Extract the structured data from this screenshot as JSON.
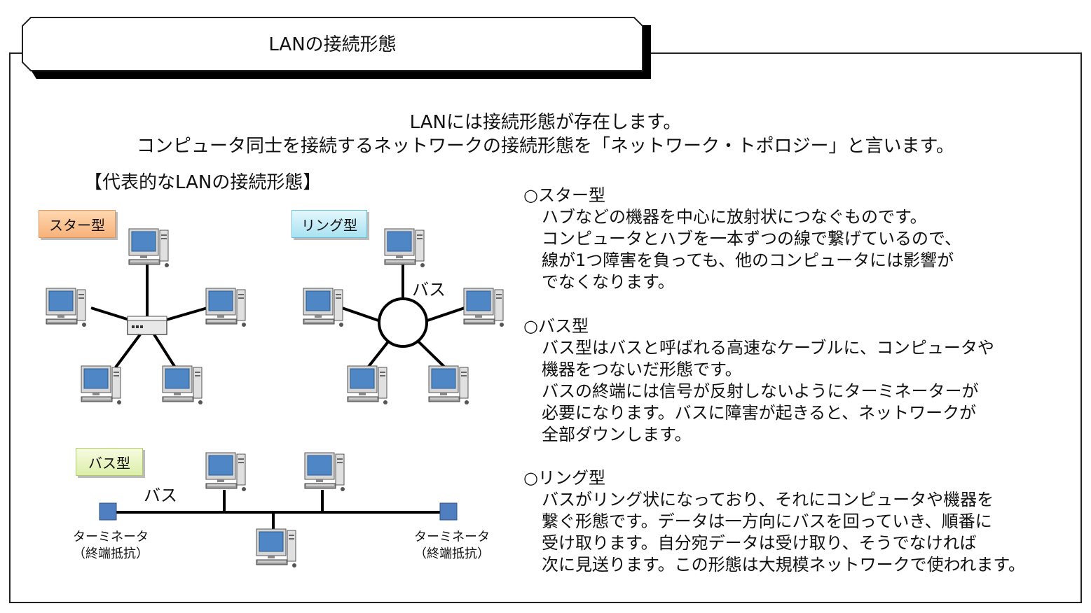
{
  "title": "LANの接続形態",
  "intro": {
    "line1": "LANには接続形態が存在します。",
    "line2": "コンピュータ同士を接続するネットワークの接続形態を「ネットワーク・トポロジー」と言います。"
  },
  "section_heading": "【代表的なLANの接続形態】",
  "diagram_labels": {
    "star": "スター型",
    "ring": "リング型",
    "bus": "バス型",
    "ring_bus_text": "バス",
    "bus_text": "バス",
    "terminator_left_1": "ターミネータ",
    "terminator_left_2": "（終端抵抗）",
    "terminator_right_1": "ターミネータ",
    "terminator_right_2": "（終端抵抗）"
  },
  "descriptions": {
    "star": {
      "heading": "○スター型",
      "lines": [
        "ハブなどの機器を中心に放射状につなぐものです。",
        "コンピュータとハブを一本ずつの線で繋げているので、",
        "線が1つ障害を負っても、他のコンピュータには影響が",
        "でなくなります。"
      ]
    },
    "bus": {
      "heading": "○バス型",
      "lines": [
        "バス型はバスと呼ばれる高速なケーブルに、コンピュータや",
        "機器をつないだ形態です。",
        "バスの終端には信号が反射しないようにターミネーターが",
        "必要になります。バスに障害が起きると、ネットワークが",
        "全部ダウンします。"
      ]
    },
    "ring": {
      "heading": "○リング型",
      "lines": [
        "バスがリング状になっており、それにコンピュータや機器を",
        "繋ぐ形態です。データは一方向にバスを回っていき、順番に",
        "受け取ります。自分宛データは受け取り、そうでなければ",
        "次に見送ります。この形態は大規模ネットワークで使われます。"
      ]
    }
  },
  "icons": {
    "computer": "computer-icon",
    "hub": "hub-icon",
    "terminator": "terminator-icon"
  },
  "colors": {
    "screen": "#4f86c6",
    "terminator": "#4f7fc0",
    "star_label": "#f7b27a",
    "ring_label": "#a8e2f2",
    "bus_label": "#dcefaa"
  }
}
